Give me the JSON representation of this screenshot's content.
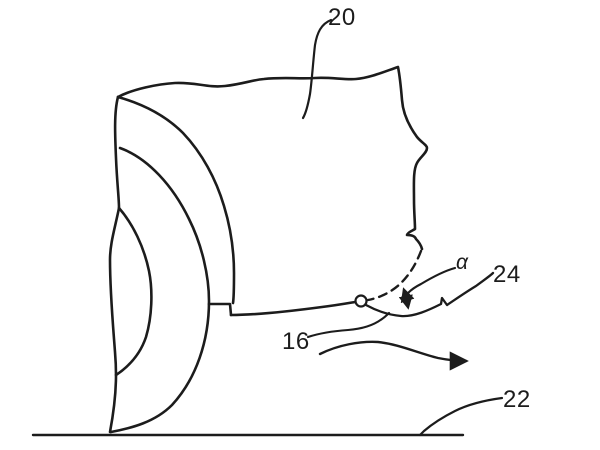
{
  "figure": {
    "background_color": "#ffffff",
    "line_color": "#1c1c1c",
    "labels": {
      "body_panel": "20",
      "angle": "α",
      "deflector": "24",
      "flap": "16",
      "ground": "22"
    }
  }
}
